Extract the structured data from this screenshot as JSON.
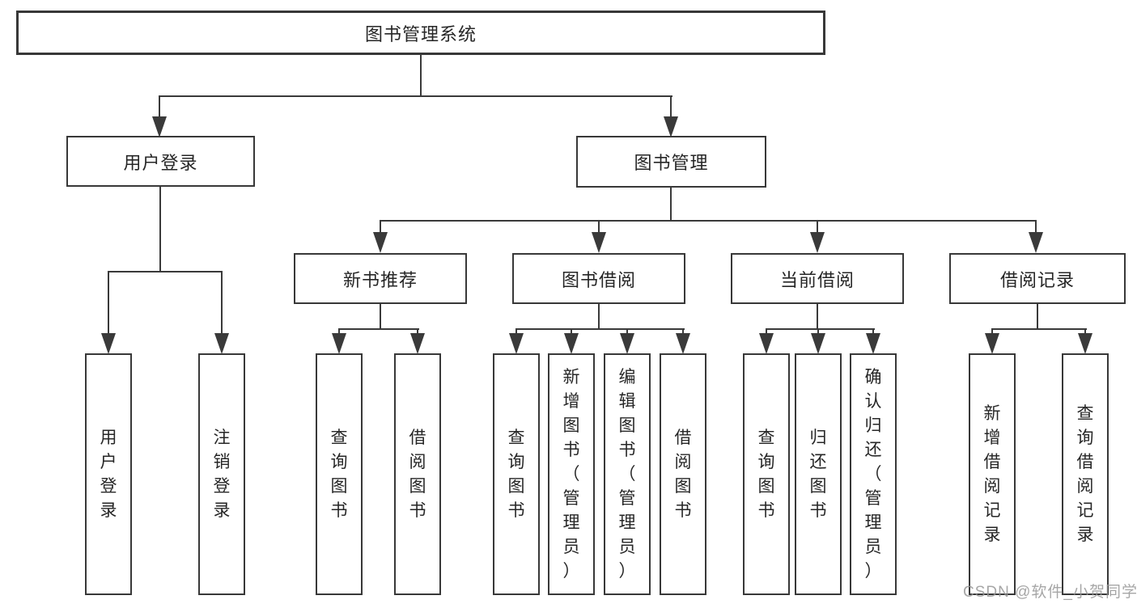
{
  "page": {
    "background_color": "#ffffff",
    "line_color": "#3a3a3a",
    "text_color": "#262626"
  },
  "watermark": {
    "text": "CSDN @软件_小贺同学",
    "color": "#9e9e9e"
  },
  "tree": {
    "root": {
      "label": "图书管理系统"
    },
    "children": [
      {
        "label": "用户登录",
        "children": [
          {
            "label": "用户登录"
          },
          {
            "label": "注销登录"
          }
        ]
      },
      {
        "label": "图书管理",
        "children": [
          {
            "label": "新书推荐",
            "children": [
              {
                "label": "查询图书"
              },
              {
                "label": "借阅图书"
              }
            ]
          },
          {
            "label": "图书借阅",
            "children": [
              {
                "label": "查询图书"
              },
              {
                "label": "新增图书（管理员）"
              },
              {
                "label": "编辑图书（管理员）"
              },
              {
                "label": "借阅图书"
              }
            ]
          },
          {
            "label": "当前借阅",
            "children": [
              {
                "label": "查询图书"
              },
              {
                "label": "归还图书"
              },
              {
                "label": "确认归还（管理员）"
              }
            ]
          },
          {
            "label": "借阅记录",
            "children": [
              {
                "label": "新增借阅记录"
              },
              {
                "label": "查询借阅记录"
              }
            ]
          }
        ]
      }
    ]
  }
}
